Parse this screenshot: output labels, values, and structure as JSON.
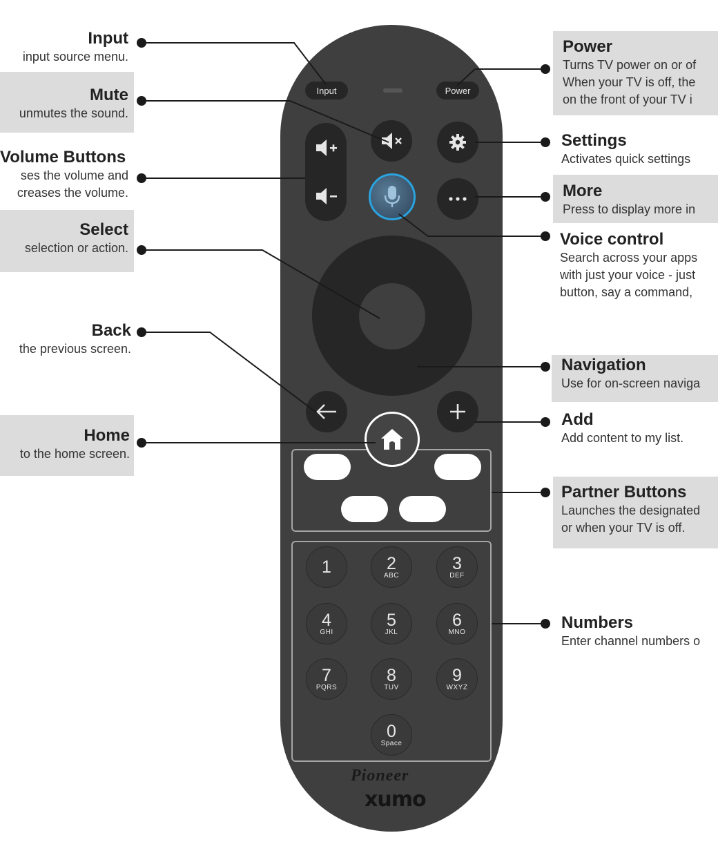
{
  "remote": {
    "buttons": {
      "input": "Input",
      "power": "Power",
      "keypad": [
        {
          "n": "1",
          "l": ""
        },
        {
          "n": "2",
          "l": "ABC"
        },
        {
          "n": "3",
          "l": "DEF"
        },
        {
          "n": "4",
          "l": "GHI"
        },
        {
          "n": "5",
          "l": "JKL"
        },
        {
          "n": "6",
          "l": "MNO"
        },
        {
          "n": "7",
          "l": "PQRS"
        },
        {
          "n": "8",
          "l": "TUV"
        },
        {
          "n": "9",
          "l": "WXYZ"
        },
        {
          "n": "0",
          "l": "Space"
        }
      ]
    },
    "brand_primary": "Pioneer",
    "brand_secondary": "xumo"
  },
  "callouts": {
    "input": {
      "title": "Input",
      "desc": "input source menu."
    },
    "mute": {
      "title": "Mute",
      "desc": "unmutes the sound."
    },
    "volume": {
      "title": "Volume Buttons",
      "desc1": "ses the volume and",
      "desc2": "creases the volume."
    },
    "select": {
      "title": "Select",
      "desc": "selection or action."
    },
    "back": {
      "title": "Back",
      "desc": "the previous screen."
    },
    "home": {
      "title": "Home",
      "desc": "to the home screen."
    },
    "power": {
      "title": "Power",
      "desc1": "Turns TV power on or of",
      "desc2": "When your TV is off, the",
      "desc3": "on the front of your TV i"
    },
    "settings": {
      "title": "Settings",
      "desc": "Activates quick settings"
    },
    "more": {
      "title": "More",
      "desc": "Press to display more in"
    },
    "voice": {
      "title": "Voice control",
      "desc1": "Search across your apps",
      "desc2": "with just your voice - just",
      "desc3": "button, say a command,"
    },
    "navigation": {
      "title": "Navigation",
      "desc": "Use for on-screen naviga"
    },
    "add": {
      "title": "Add",
      "desc": "Add content to my list."
    },
    "partner": {
      "title": "Partner Buttons",
      "desc1": "Launches the designated",
      "desc2": "or when your TV is off."
    },
    "numbers": {
      "title": "Numbers",
      "desc": "Enter channel numbers o"
    }
  },
  "colors": {
    "remote_body": "#3f3f3f",
    "button": "#262626",
    "voice_ring": "#2aa3df",
    "callout_box": "#dcdcdc",
    "leader_line": "#1a1a1a"
  }
}
